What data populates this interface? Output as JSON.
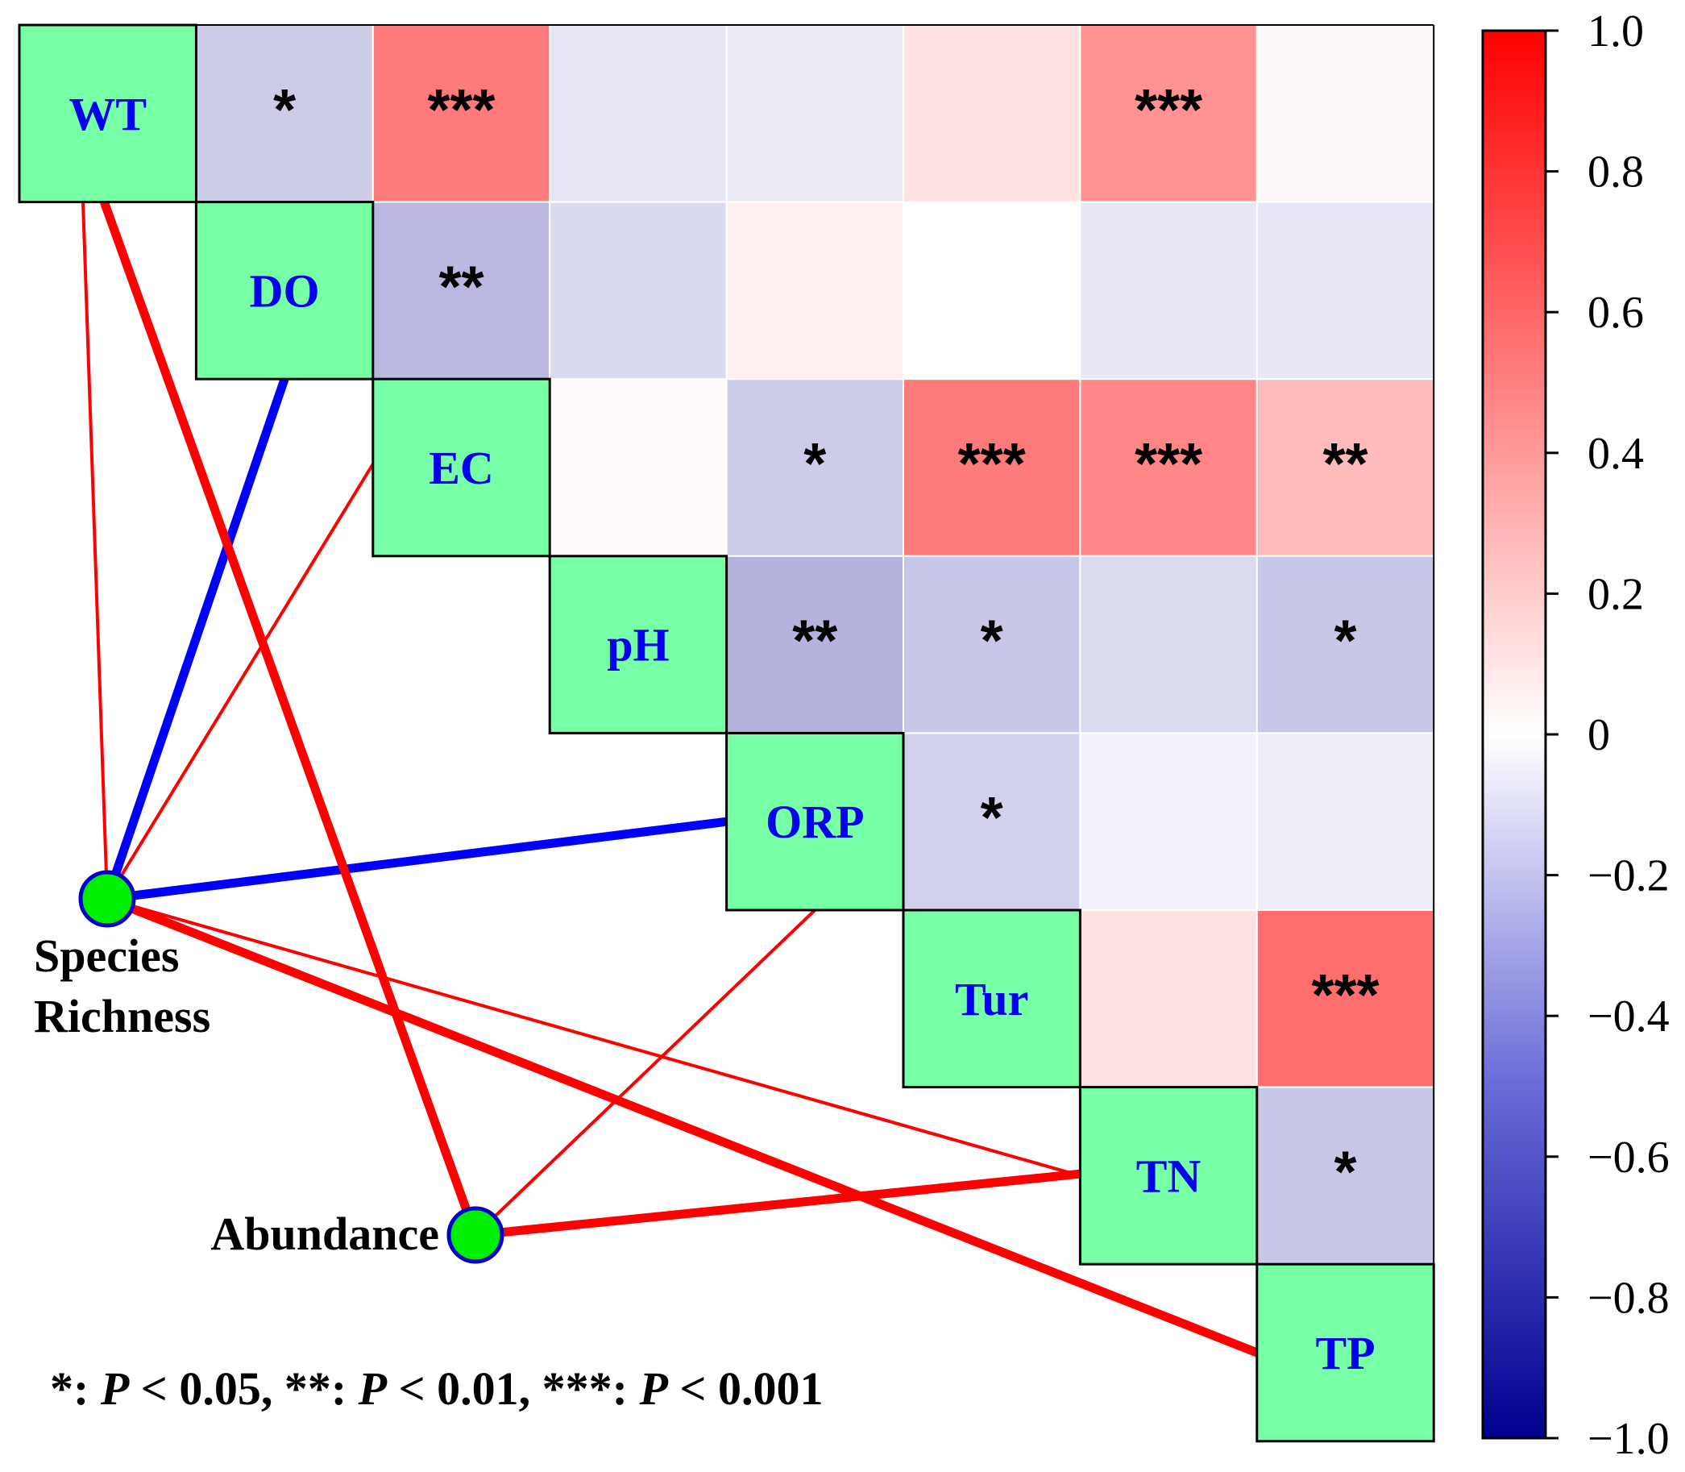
{
  "chart_data": {
    "type": "heatmap",
    "variables": [
      "WT",
      "DO",
      "EC",
      "pH",
      "ORP",
      "Tur",
      "TN",
      "TP"
    ],
    "correlation_matrix_upper": [
      {
        "row": "WT",
        "col": "DO",
        "r": -0.2,
        "sig": "*"
      },
      {
        "row": "WT",
        "col": "EC",
        "r": 0.55,
        "sig": "***"
      },
      {
        "row": "WT",
        "col": "pH",
        "r": -0.1,
        "sig": ""
      },
      {
        "row": "WT",
        "col": "ORP",
        "r": -0.08,
        "sig": ""
      },
      {
        "row": "WT",
        "col": "Tur",
        "r": 0.12,
        "sig": ""
      },
      {
        "row": "WT",
        "col": "TN",
        "r": 0.45,
        "sig": "***"
      },
      {
        "row": "WT",
        "col": "TP",
        "r": 0.03,
        "sig": ""
      },
      {
        "row": "DO",
        "col": "EC",
        "r": -0.28,
        "sig": "**"
      },
      {
        "row": "DO",
        "col": "pH",
        "r": -0.15,
        "sig": ""
      },
      {
        "row": "DO",
        "col": "ORP",
        "r": 0.06,
        "sig": ""
      },
      {
        "row": "DO",
        "col": "Tur",
        "r": 0.0,
        "sig": ""
      },
      {
        "row": "DO",
        "col": "TN",
        "r": -0.1,
        "sig": ""
      },
      {
        "row": "DO",
        "col": "TP",
        "r": -0.1,
        "sig": ""
      },
      {
        "row": "EC",
        "col": "pH",
        "r": 0.02,
        "sig": ""
      },
      {
        "row": "EC",
        "col": "ORP",
        "r": -0.2,
        "sig": "*"
      },
      {
        "row": "EC",
        "col": "Tur",
        "r": 0.55,
        "sig": "***"
      },
      {
        "row": "EC",
        "col": "TN",
        "r": 0.5,
        "sig": "***"
      },
      {
        "row": "EC",
        "col": "TP",
        "r": 0.28,
        "sig": "**"
      },
      {
        "row": "pH",
        "col": "ORP",
        "r": -0.3,
        "sig": "**"
      },
      {
        "row": "pH",
        "col": "Tur",
        "r": -0.22,
        "sig": "*"
      },
      {
        "row": "pH",
        "col": "TN",
        "r": -0.14,
        "sig": ""
      },
      {
        "row": "pH",
        "col": "TP",
        "r": -0.22,
        "sig": "*"
      },
      {
        "row": "ORP",
        "col": "Tur",
        "r": -0.18,
        "sig": "*"
      },
      {
        "row": "ORP",
        "col": "TN",
        "r": -0.05,
        "sig": ""
      },
      {
        "row": "ORP",
        "col": "TP",
        "r": -0.07,
        "sig": ""
      },
      {
        "row": "Tur",
        "col": "TN",
        "r": 0.12,
        "sig": ""
      },
      {
        "row": "Tur",
        "col": "TP",
        "r": 0.6,
        "sig": "***"
      },
      {
        "row": "TN",
        "col": "TP",
        "r": -0.22,
        "sig": "*"
      }
    ],
    "colorbar": {
      "min": -1.0,
      "max": 1.0,
      "ticks": [
        {
          "value": 1.0,
          "label": "1.0"
        },
        {
          "value": 0.8,
          "label": "0.8"
        },
        {
          "value": 0.6,
          "label": "0.6"
        },
        {
          "value": 0.4,
          "label": "0.4"
        },
        {
          "value": 0.2,
          "label": "0.2"
        },
        {
          "value": 0.0,
          "label": "0"
        },
        {
          "value": -0.2,
          "label": "−0.2"
        },
        {
          "value": -0.4,
          "label": "−0.4"
        },
        {
          "value": -0.6,
          "label": "−0.6"
        },
        {
          "value": -0.8,
          "label": "−0.8"
        },
        {
          "value": -1.0,
          "label": "−1.0"
        }
      ],
      "colors": {
        "negative": "#0000a0",
        "zero": "#ffffff",
        "positive": "#ff0000"
      }
    },
    "nodes": [
      {
        "id": "richness",
        "label_lines": [
          "Species",
          "Richness"
        ]
      },
      {
        "id": "abundance",
        "label_lines": [
          "Abundance"
        ]
      }
    ],
    "links": [
      {
        "from": "richness",
        "to": "WT",
        "sign": "positive",
        "strength": "weak"
      },
      {
        "from": "richness",
        "to": "DO",
        "sign": "negative",
        "strength": "strong"
      },
      {
        "from": "richness",
        "to": "EC",
        "sign": "positive",
        "strength": "weak"
      },
      {
        "from": "richness",
        "to": "ORP",
        "sign": "negative",
        "strength": "strong"
      },
      {
        "from": "richness",
        "to": "TN",
        "sign": "positive",
        "strength": "weak"
      },
      {
        "from": "richness",
        "to": "TP",
        "sign": "positive",
        "strength": "strong"
      },
      {
        "from": "abundance",
        "to": "WT",
        "sign": "positive",
        "strength": "strong"
      },
      {
        "from": "abundance",
        "to": "ORP",
        "sign": "positive",
        "strength": "weak"
      },
      {
        "from": "abundance",
        "to": "TN",
        "sign": "positive",
        "strength": "strong"
      }
    ],
    "link_colors": {
      "positive": "#ff0000",
      "negative": "#0000ff"
    },
    "diagonal_fill": "#77ffa5",
    "label_color": "#0000ee",
    "node_fill": "#00ee00",
    "significance_note": {
      "parts": [
        {
          "text": "*: ",
          "italic": false
        },
        {
          "text": "P",
          "italic": true
        },
        {
          "text": " < 0.05,  **: ",
          "italic": false
        },
        {
          "text": "P",
          "italic": true
        },
        {
          "text": " < 0.01, ***: ",
          "italic": false
        },
        {
          "text": "P",
          "italic": true
        },
        {
          "text": " < 0.001",
          "italic": false
        }
      ]
    }
  }
}
